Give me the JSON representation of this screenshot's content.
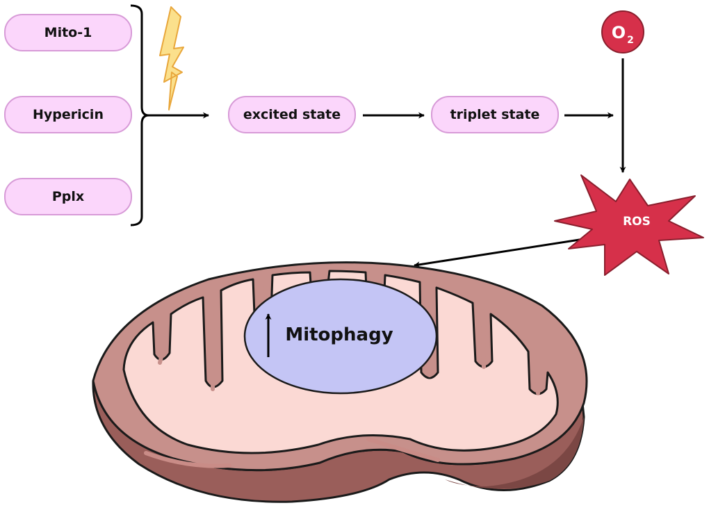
{
  "photosensitizers": [
    {
      "label": "Mito-1"
    },
    {
      "label": "Hypericin"
    },
    {
      "label": "Pplx"
    }
  ],
  "excited_state": {
    "label": "excited state"
  },
  "triplet_state": {
    "label": "triplet state"
  },
  "oxygen": {
    "label": "O",
    "subscript": "2"
  },
  "ros": {
    "label": "ROS"
  },
  "mitophagy": {
    "label": "Mitophagy"
  },
  "colors": {
    "pill_fill": "#fbd6fb",
    "pill_border": "#d79ad7",
    "oxygen": "#d6304a",
    "ros": "#d6304a",
    "lightning": "#fbe08c",
    "mitophagy_ellipse": "#c4c5f5",
    "mito_outer": "#c7908b",
    "mito_inner": "#fbd9d4",
    "mito_side": "#9a5e5a"
  }
}
